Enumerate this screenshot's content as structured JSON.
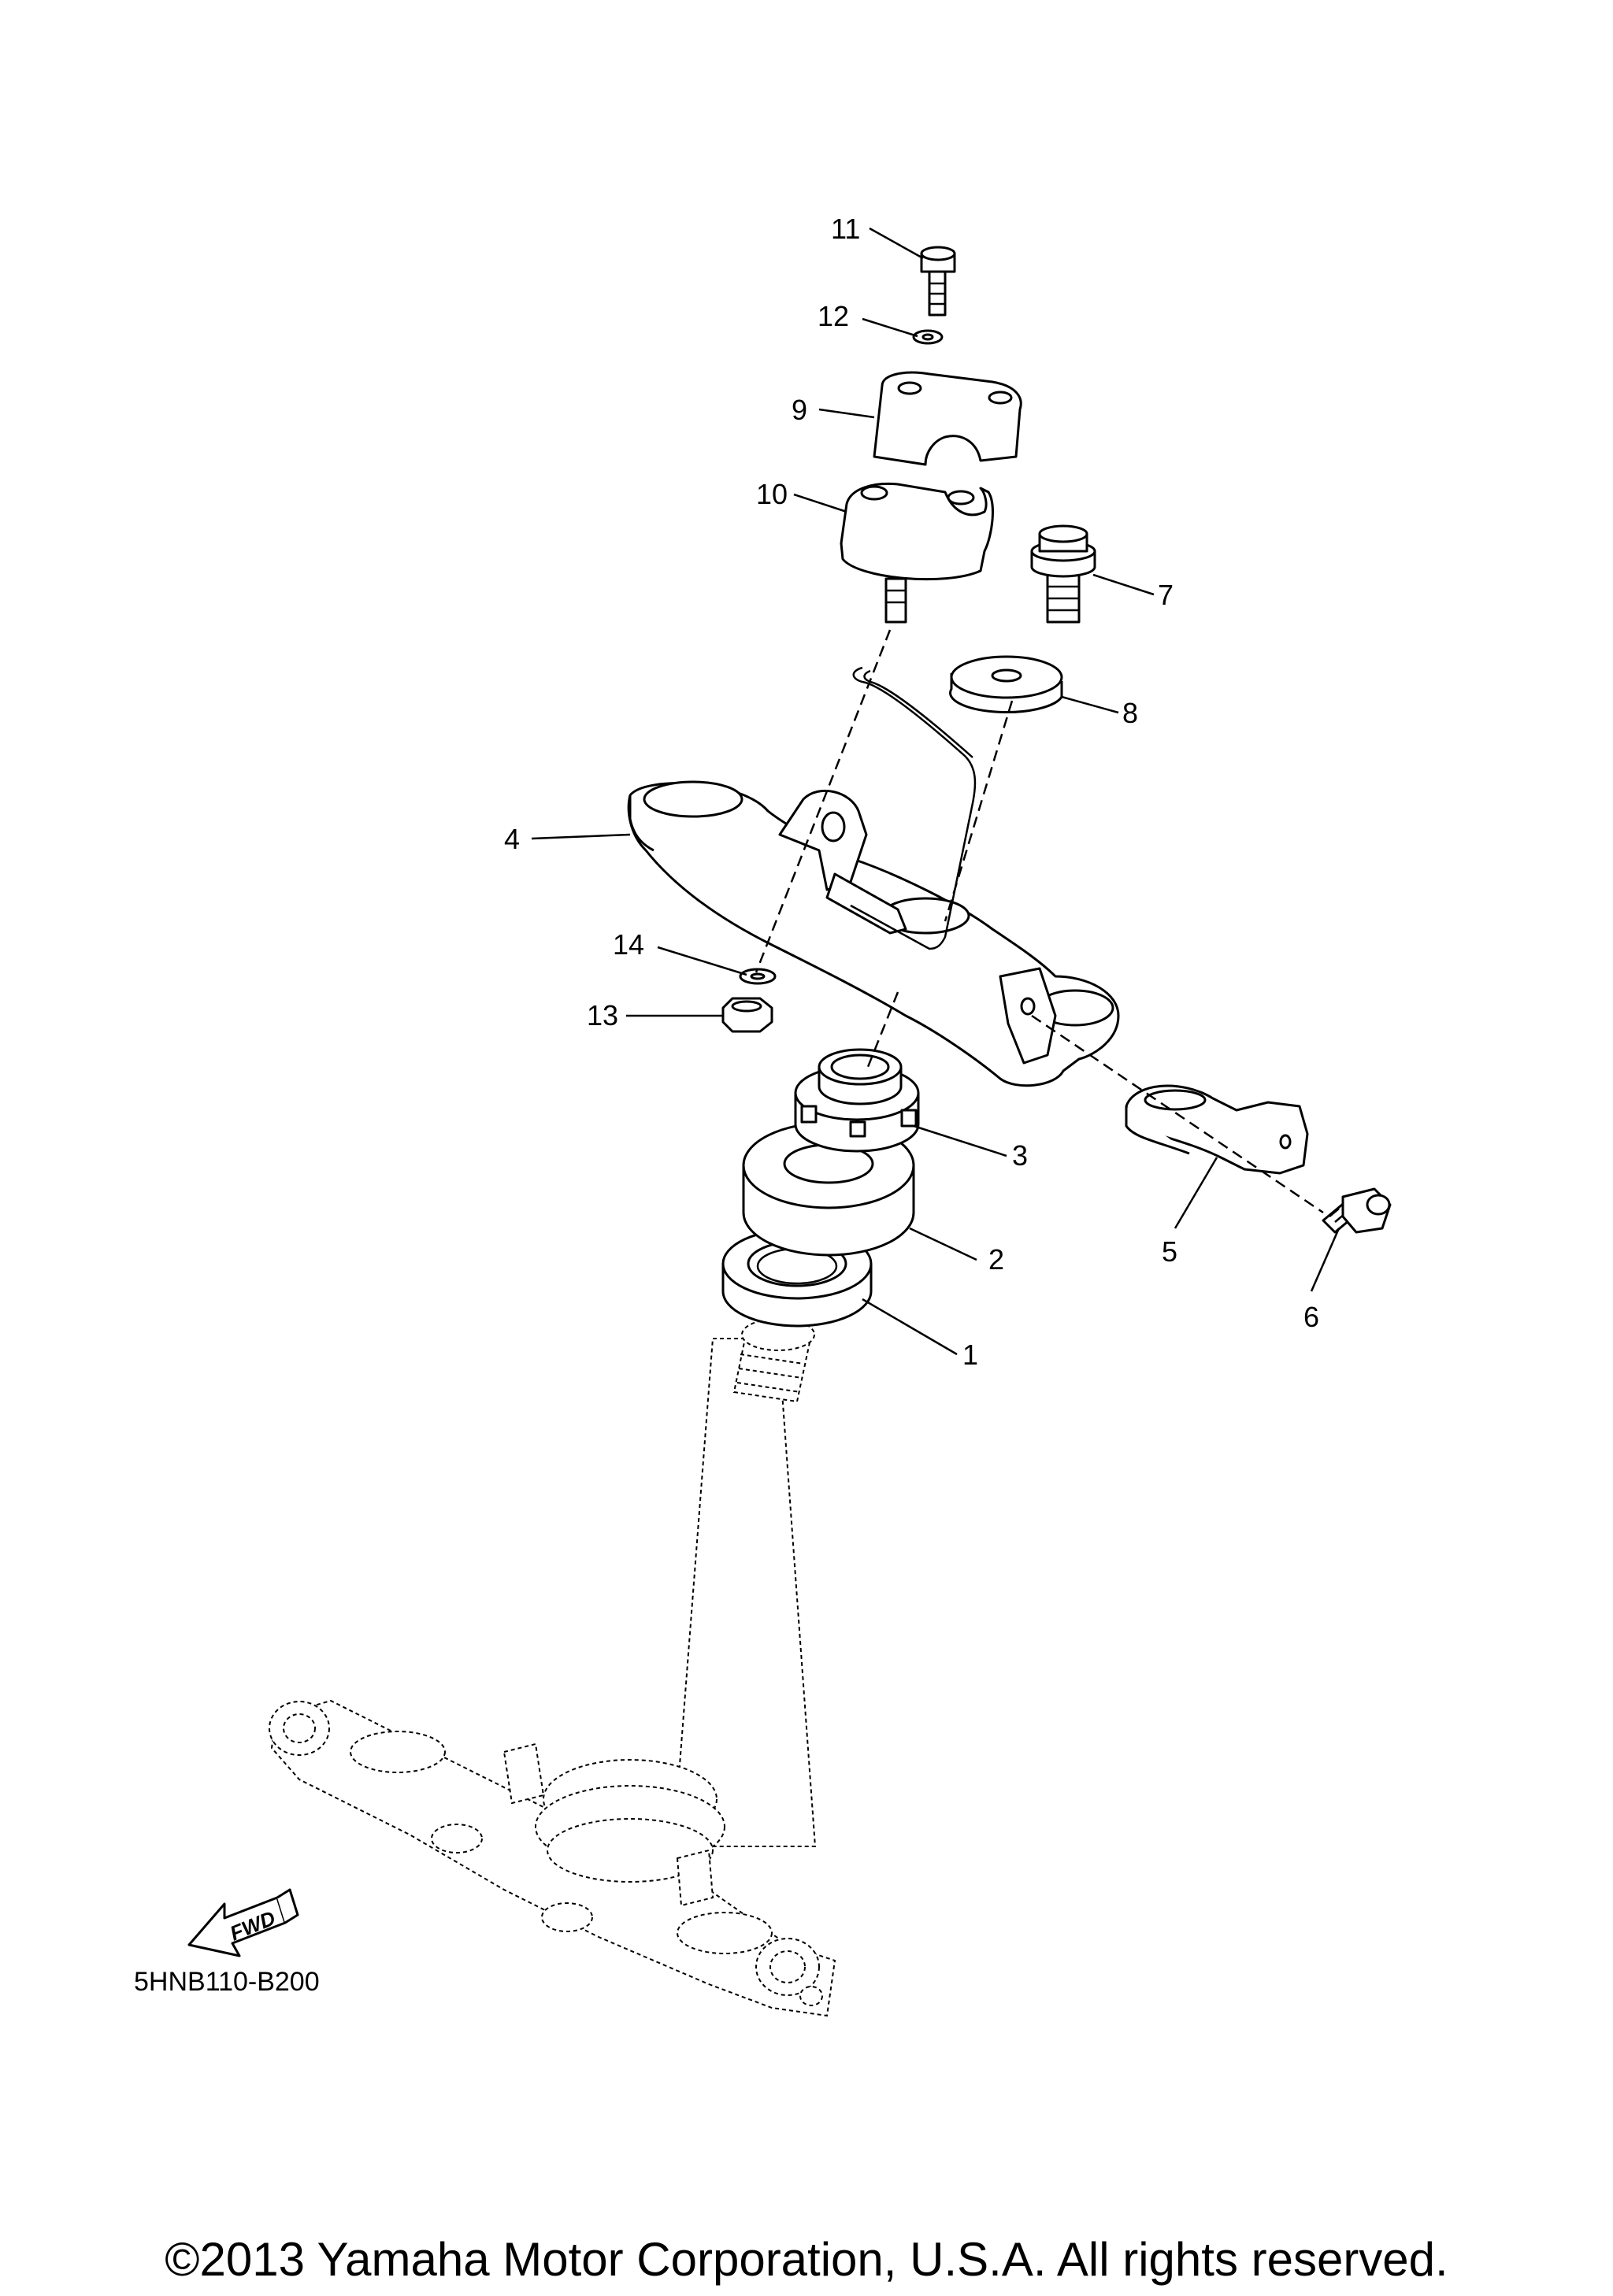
{
  "callouts": [
    {
      "id": "1",
      "label": "1"
    },
    {
      "id": "2",
      "label": "2"
    },
    {
      "id": "3",
      "label": "3"
    },
    {
      "id": "4",
      "label": "4"
    },
    {
      "id": "5",
      "label": "5"
    },
    {
      "id": "6",
      "label": "6"
    },
    {
      "id": "7",
      "label": "7"
    },
    {
      "id": "8",
      "label": "8"
    },
    {
      "id": "9",
      "label": "9"
    },
    {
      "id": "10",
      "label": "10"
    },
    {
      "id": "11",
      "label": "11"
    },
    {
      "id": "12",
      "label": "12"
    },
    {
      "id": "13",
      "label": "13"
    },
    {
      "id": "14",
      "label": "14"
    }
  ],
  "fwd_label": "FWD",
  "figure_code": "5HNB110-B200",
  "copyright": "©2013 Yamaha Motor Corporation, U.S.A. All rights reserved.",
  "colors": {
    "line": "#000000",
    "background": "#ffffff"
  }
}
